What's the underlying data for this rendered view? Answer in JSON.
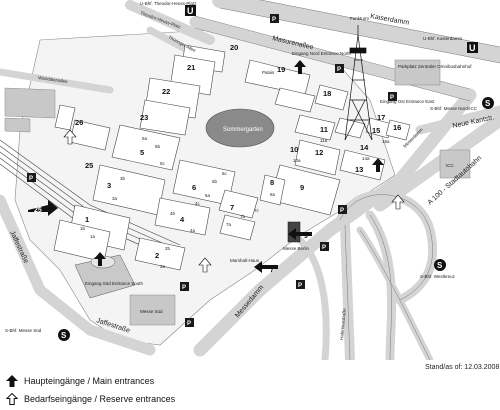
{
  "streets": {
    "kaiserdamm": "Kaiserdamm",
    "masurenallee": "Masurenallee",
    "theodor_heuss": "Theodor-Heuss-Platz",
    "thueringer": "Thüringer Allee",
    "wandalenallee": "Wandalenallee",
    "jaffestr_west": "Jaffestraße",
    "jaffestr_south": "Jaffestraße",
    "messedamm": "Messedamm",
    "neue_kantstr": "Neue Kantstr.",
    "a100": "A 100 - Stadtautobahn",
    "halenseestr": "Halenseestraße",
    "messedamm_2": "Messedamm"
  },
  "stations": {
    "u_theodor": "U-Bhf. Theodor-Heuss-Platz",
    "u_kaiserdamm": "U-Bhf. Kaiserdamm",
    "s_messe_nord": "S-Bhf. Messe Nord/ICC",
    "s_westkreuz": "S-Bhf. Westkreuz",
    "s_messe_sued": "S-Bhf. Messe Süd"
  },
  "venues": {
    "sommergarten": "Sommergarten",
    "palais": "Palais",
    "marshall_haus": "Marshall-Haus",
    "messe_berlin": "Messe Berlin",
    "cityCube": "Eingang Süd Entrance South",
    "icc": "ICC",
    "funkturm": "Funkturm",
    "eingang_nord": "Eingang Nord Entrance North",
    "eingang_ost": "Eingang Ost Entrance East",
    "messe_sued_parking": "Messe Süd",
    "busterminal": "Parkplatz Zentraler Omnibusbahnhof"
  },
  "halls": {
    "h20": "20",
    "h19": "19",
    "h18": "18",
    "h21": "21",
    "h22": "22",
    "h23": "23",
    "h26": "26",
    "h25": "25",
    "h17": "17",
    "h16": "16",
    "h15": "15",
    "h14": "14",
    "h13": "13",
    "h12": "12",
    "h11": "11",
    "h10": "10",
    "h9": "9",
    "h8": "8",
    "h7": "7",
    "h6": "6",
    "h5": "5",
    "h4": "4",
    "h3": "3",
    "h2": "2",
    "h1": "1",
    "h7a": "7a",
    "h7b": "7b",
    "h7c": "7c",
    "h6b": "6b",
    "h6c": "6c",
    "h5a": "5a",
    "h5b": "5b",
    "h5c": "5c",
    "h4a": "4a",
    "h4b": "4b",
    "h4c": "4c",
    "h3a": "3a",
    "h3b": "3b",
    "h2a": "2a",
    "h2b": "2b",
    "h1a": "1a",
    "h1b": "1b",
    "h14a": "14a",
    "h15a": "15a",
    "h11a": "11a",
    "h10a": "10a",
    "h8a": "8a",
    "h6a": "6a"
  },
  "badges": {
    "b25": "25",
    "b9": "9",
    "b7": "7",
    "u": "U",
    "s": "S",
    "p": "P"
  },
  "stand_date": "Stand/as of: 12.03.2008",
  "legend": {
    "main": "Haupteingänge / Main entrances",
    "reserve": "Bedarfseingänge / Reserve entrances"
  },
  "colors": {
    "ground": "#ffffff",
    "road": "#d9d9d9",
    "hall_fill": "#f2f2f2",
    "line": "#555555",
    "dark": "#1a1a1a"
  }
}
